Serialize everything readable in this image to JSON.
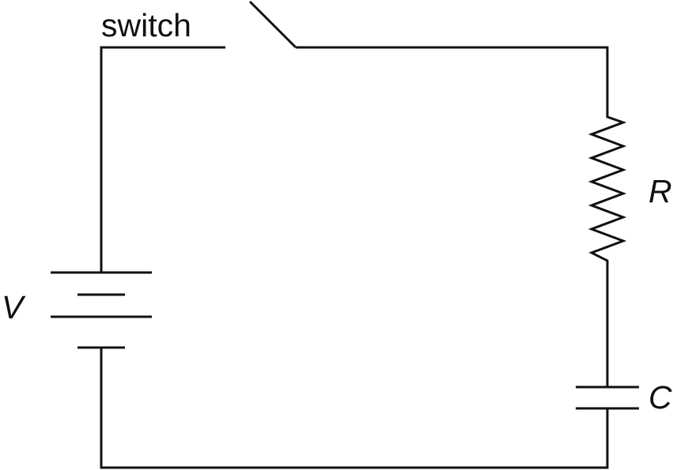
{
  "diagram": {
    "labels": {
      "switch": "switch",
      "resistor": "R",
      "voltage": "V",
      "capacitor": "C"
    },
    "colors": {
      "line": "#111111",
      "background": "#ffffff"
    }
  }
}
